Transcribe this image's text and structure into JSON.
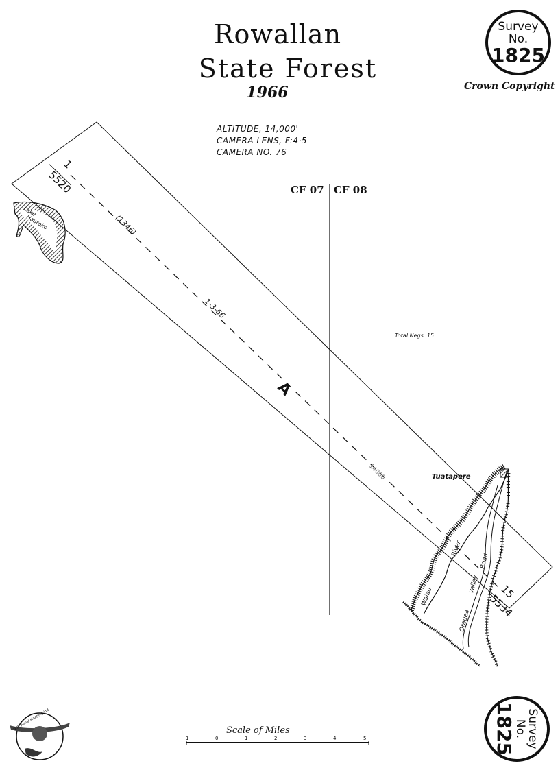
{
  "title": {
    "line1": "Rowallan",
    "line2": "State Forest",
    "year": "1966"
  },
  "survey_stamp": {
    "word": "Survey",
    "no": "No.",
    "number": "1825"
  },
  "copyright": "Crown Copyright",
  "flight_info": {
    "altitude": "Altitude, 14,000'",
    "lens": "Camera Lens, F:4·5",
    "camera": "Camera No. 76"
  },
  "map_sheets": {
    "left": "CF 07",
    "right": "CF 08"
  },
  "run": {
    "letter": "A",
    "date": "1-3-66",
    "ref": "(1346)",
    "altitude_mark": "14000",
    "start": {
      "neg": "1",
      "number": "5520"
    },
    "end": {
      "neg": "15",
      "number": "5534"
    },
    "total_negs": "Total Negs. 15"
  },
  "places": {
    "lake_line1": "Lake",
    "lake_line2": "Hauroko",
    "town": "Tuatapere",
    "river_word1": "Waiau",
    "river_word2": "River",
    "road_word1": "Orauea",
    "road_word2": "Valley",
    "road_word3": "Road"
  },
  "scale": {
    "title": "Scale of Miles",
    "ticks": [
      "1",
      "0",
      "1",
      "2",
      "3",
      "4",
      "5"
    ]
  },
  "logo_text": "N.Z. Aerial Mapping Ltd.",
  "colors": {
    "ink": "#111111",
    "paper": "#ffffff"
  }
}
